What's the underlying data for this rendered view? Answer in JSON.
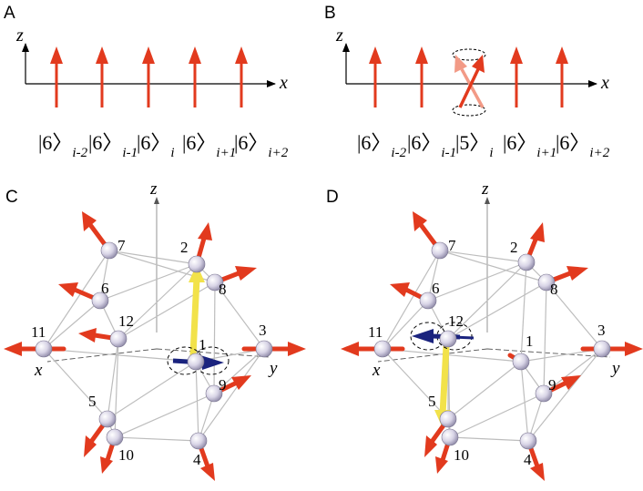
{
  "panels": [
    {
      "id": "A",
      "label": "A"
    },
    {
      "id": "B",
      "label": "B"
    },
    {
      "id": "C",
      "label": "C"
    },
    {
      "id": "D",
      "label": "D"
    }
  ],
  "axes_1d": {
    "vertical": "z",
    "horizontal": "x"
  },
  "axes_3d": {
    "z": "z",
    "x": "x",
    "y": "y"
  },
  "panel_A_kets": [
    {
      "n": "6",
      "sub": "i-2"
    },
    {
      "n": "6",
      "sub": "i-1"
    },
    {
      "n": "6",
      "sub": "i"
    },
    {
      "n": "6",
      "sub": "i+1"
    },
    {
      "n": "6",
      "sub": "i+2"
    }
  ],
  "panel_B_kets": [
    {
      "n": "6",
      "sub": "i-2"
    },
    {
      "n": "6",
      "sub": "i-1"
    },
    {
      "n": "5",
      "sub": "i"
    },
    {
      "n": "6",
      "sub": "i+1"
    },
    {
      "n": "6",
      "sub": "i+2"
    }
  ],
  "site_labels": [
    "1",
    "2",
    "3",
    "4",
    "5",
    "6",
    "7",
    "8",
    "9",
    "10",
    "11",
    "12"
  ],
  "colors": {
    "spin_arrow": "#e23a1e",
    "flipped_arrow": "#f29a86",
    "flipped_spin": "#1a237e",
    "bond_highlight": "#f2e24a",
    "edge": "#bdbdbd",
    "sphere": "#d8d4e6"
  }
}
